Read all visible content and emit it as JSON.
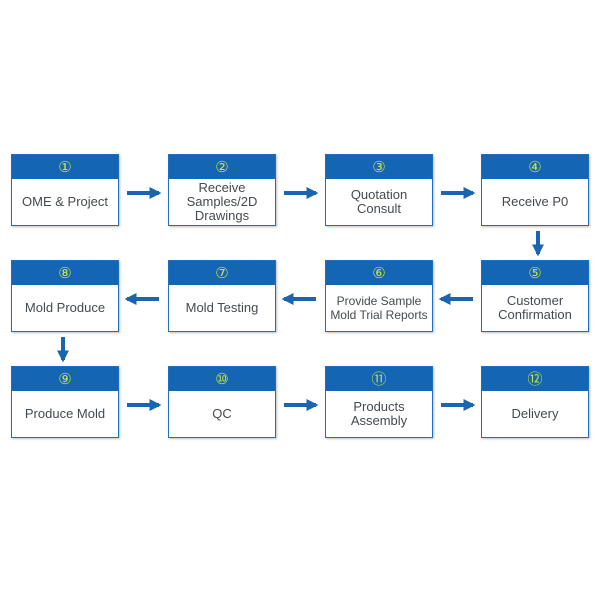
{
  "colors": {
    "header": "#1465b4",
    "border": "#1f6fbf",
    "number": "#c8e63a",
    "label": "#444a51",
    "arrow": "#1a64b0"
  },
  "steps": [
    {
      "num": "①",
      "label": "OME & Project"
    },
    {
      "num": "②",
      "label": "Receive Samples/2D Drawings"
    },
    {
      "num": "③",
      "label": "Quotation Consult"
    },
    {
      "num": "④",
      "label": "Receive P0"
    },
    {
      "num": "⑤",
      "label": "Customer Confirmation"
    },
    {
      "num": "⑥",
      "label": "Provide Sample Mold Trial Reports"
    },
    {
      "num": "⑦",
      "label": "Mold Testing"
    },
    {
      "num": "⑧",
      "label": "Mold Produce"
    },
    {
      "num": "⑨",
      "label": "Produce Mold"
    },
    {
      "num": "⑩",
      "label": "QC"
    },
    {
      "num": "⑪",
      "label": "Products Assembly"
    },
    {
      "num": "⑫",
      "label": "Delivery"
    }
  ]
}
